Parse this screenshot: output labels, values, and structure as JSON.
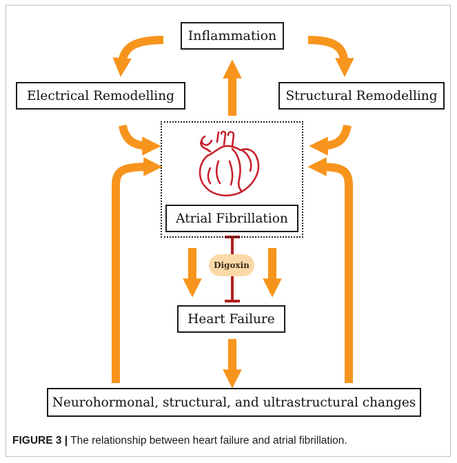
{
  "nodes": {
    "inflammation": "Inflammation",
    "electrical_remodelling": "Electrical Remodelling",
    "structural_remodelling": "Structural Remodelling",
    "atrial_fibrillation": "Atrial Fibrillation",
    "digoxin": "Digoxin",
    "heart_failure": "Heart Failure",
    "neurohormonal_changes": "Neurohormonal, structural, and ultrastructural changes"
  },
  "caption": {
    "label": "FIGURE 3 |",
    "text": "The relationship between heart failure and atrial fibrillation."
  },
  "colors": {
    "arrow": "#f7941d",
    "inhibit": "#b01e1e",
    "digoxin_fill": "#fbd9a8",
    "heart": "#c8202a"
  },
  "icons": {
    "center": "heart-icon"
  }
}
